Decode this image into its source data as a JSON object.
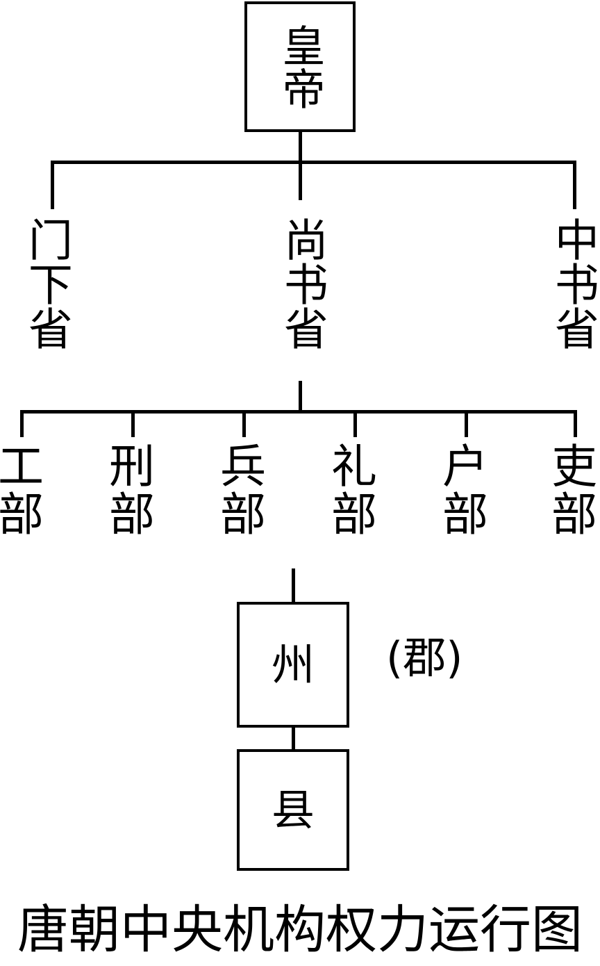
{
  "title": "唐朝中央机构权力运行图",
  "diagram": {
    "type": "organizational-hierarchy",
    "orientation": "top-down",
    "levels": 5,
    "top": {
      "label": "皇帝",
      "shape": "box"
    },
    "three_departments": {
      "left": {
        "label": "门下省",
        "shape": "plain-text"
      },
      "center": {
        "label": "尚书省",
        "shape": "plain-text"
      },
      "right": {
        "label": "中书省",
        "shape": "plain-text"
      }
    },
    "six_ministries": [
      {
        "char1": "工",
        "char2": "部",
        "label": "工部"
      },
      {
        "char1": "刑",
        "char2": "部",
        "label": "刑部"
      },
      {
        "char1": "兵",
        "char2": "部",
        "label": "兵部"
      },
      {
        "char1": "礼",
        "char2": "部",
        "label": "礼部"
      },
      {
        "char1": "户",
        "char2": "部",
        "label": "户部"
      },
      {
        "char1": "吏",
        "char2": "部",
        "label": "吏部"
      }
    ],
    "local_administration": {
      "prefecture": {
        "label": "州",
        "shape": "box"
      },
      "prefecture_alt": "(郡)",
      "county": {
        "label": "县",
        "shape": "box"
      }
    }
  },
  "colors": {
    "line": "#000000",
    "text": "#000000",
    "background": "#ffffff"
  }
}
